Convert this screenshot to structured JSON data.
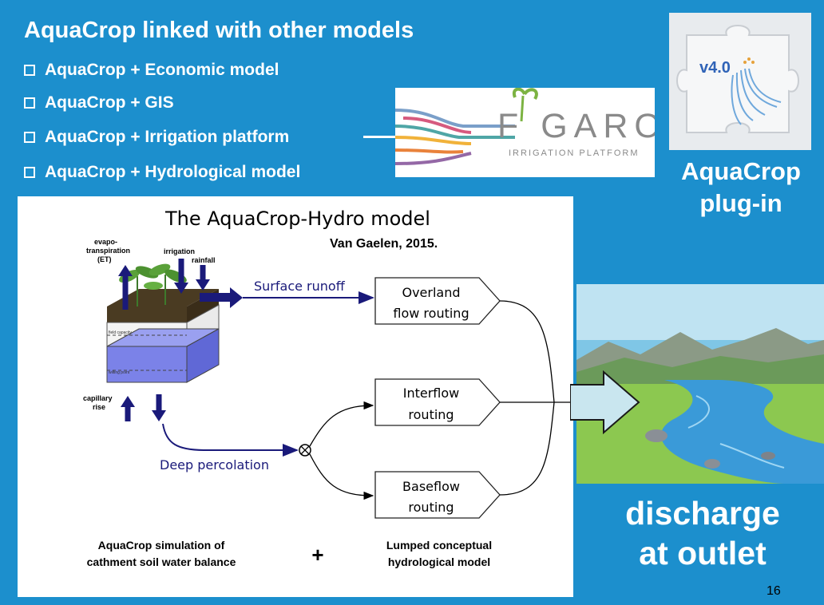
{
  "slide": {
    "title": "AquaCrop linked with other models",
    "bullets": [
      "AquaCrop + Economic model",
      "AquaCrop + GIS",
      "AquaCrop + Irrigation platform",
      "AquaCrop + Hydrological model"
    ],
    "figaro": {
      "name": "F GARO",
      "subtitle": "IRRIGATION PLATFORM"
    },
    "plugin": {
      "version": "v4.0",
      "line1": "AquaCrop",
      "line2": "plug-in"
    },
    "discharge": {
      "line1": "discharge",
      "line2": "at outlet"
    },
    "page_number": "16"
  },
  "diagram": {
    "title": "The AquaCrop-Hydro model",
    "citation": "Van Gaelen, 2015.",
    "labels": {
      "et": [
        "evapo-",
        "transpiration",
        "(ET)"
      ],
      "irrigation": "irrigation",
      "rainfall": "rainfall",
      "capillary": [
        "capillary",
        "rise"
      ],
      "field_capacity": "field capacity",
      "wilting_point": "wilting point"
    },
    "surface_runoff": "Surface runoff",
    "deep_percolation": "Deep percolation",
    "boxes": [
      [
        "Overland",
        "flow routing"
      ],
      [
        "Interflow",
        "routing"
      ],
      [
        "Baseflow",
        "routing"
      ]
    ],
    "bottom_left": [
      "AquaCrop simulation of",
      "cathment soil water balance"
    ],
    "plus": "+",
    "bottom_right": [
      "Lumped conceptual",
      "hydrological model"
    ]
  },
  "colors": {
    "background": "#1c8fcd",
    "arrow_navy": "#1a1a7a",
    "water": "#7b82e8"
  }
}
